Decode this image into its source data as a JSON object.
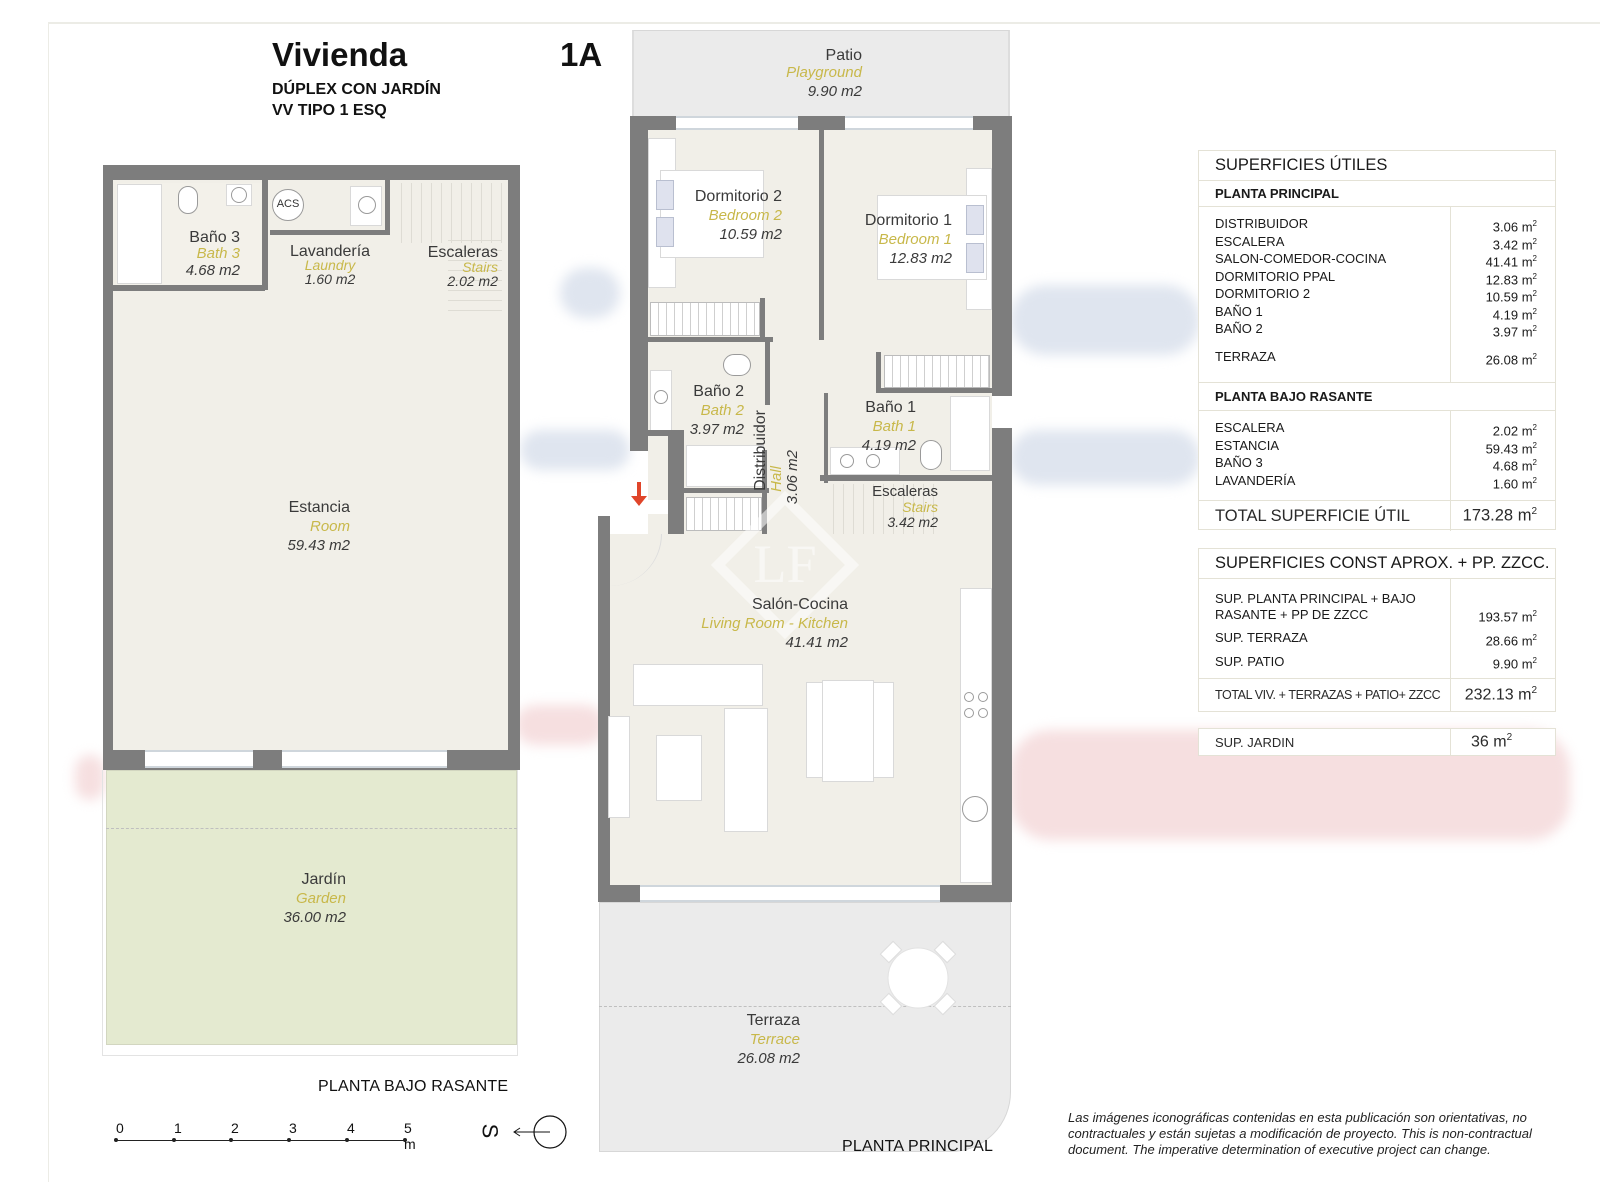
{
  "header": {
    "title": "Vivienda",
    "unit": "1A",
    "subtitle_1": "DÚPLEX CON JARDÍN",
    "subtitle_2": "VV TIPO 1 ESQ"
  },
  "plans": {
    "lower": {
      "caption": "PLANTA BAJO RASANTE",
      "rooms": [
        {
          "es": "Baño 3",
          "en": "Bath 3",
          "area": "4.68 m2"
        },
        {
          "es": "Lavandería",
          "en": "Laundry",
          "area": "1.60 m2"
        },
        {
          "es": "Escaleras",
          "en": "Stairs",
          "area": "2.02 m2"
        },
        {
          "es": "Estancia",
          "en": "Room",
          "area": "59.43 m2"
        },
        {
          "es": "Jardín",
          "en": "Garden",
          "area": "36.00 m2"
        }
      ],
      "acs_label": "ACS"
    },
    "main": {
      "caption": "PLANTA PRINCIPAL",
      "rooms": [
        {
          "es": "Patio",
          "en": "Playground",
          "area": "9.90 m2"
        },
        {
          "es": "Dormitorio 2",
          "en": "Bedroom 2",
          "area": "10.59 m2"
        },
        {
          "es": "Dormitorio 1",
          "en": "Bedroom 1",
          "area": "12.83 m2"
        },
        {
          "es": "Baño 2",
          "en": "Bath 2",
          "area": "3.97 m2"
        },
        {
          "es": "Baño 1",
          "en": "Bath 1",
          "area": "4.19 m2"
        },
        {
          "es": "Distribuidor",
          "en": "Hall",
          "area": "3.06 m2"
        },
        {
          "es": "Escaleras",
          "en": "Stairs",
          "area": "3.42 m2"
        },
        {
          "es": "Salón-Cocina",
          "en": "Living Room - Kitchen",
          "area": "41.41 m2"
        },
        {
          "es": "Terraza",
          "en": "Terrace",
          "area": "26.08 m2"
        }
      ]
    }
  },
  "scale": {
    "ticks": [
      "0",
      "1",
      "2",
      "3",
      "4",
      "5 m"
    ],
    "north_label": "S"
  },
  "tables": {
    "utiles": {
      "title": "SUPERFICIES ÚTILES",
      "principal": {
        "heading": "PLANTA PRINCIPAL",
        "rows": [
          {
            "name": "DISTRIBUIDOR",
            "value": "3.06 m"
          },
          {
            "name": "ESCALERA",
            "value": "3.42 m"
          },
          {
            "name": "SALON-COMEDOR-COCINA",
            "value": "41.41 m"
          },
          {
            "name": "DORMITORIO PPAL",
            "value": "12.83 m"
          },
          {
            "name": "DORMITORIO 2",
            "value": "10.59 m"
          },
          {
            "name": "BAÑO 1",
            "value": "4.19 m"
          },
          {
            "name": "BAÑO 2",
            "value": "3.97 m"
          },
          {
            "name": "TERRAZA",
            "value": "26.08 m"
          }
        ]
      },
      "bajo": {
        "heading": "PLANTA BAJO RASANTE",
        "rows": [
          {
            "name": "ESCALERA",
            "value": "2.02 m"
          },
          {
            "name": "ESTANCIA",
            "value": "59.43 m"
          },
          {
            "name": "BAÑO 3",
            "value": "4.68 m"
          },
          {
            "name": "LAVANDERÍA",
            "value": "1.60 m"
          }
        ]
      },
      "total_label": "TOTAL SUPERFICIE ÚTIL",
      "total_value": "173.28 m"
    },
    "construidas": {
      "title": "SUPERFICIES CONST APROX. + PP. ZZCC.",
      "rows": [
        {
          "name": "SUP. PLANTA PRINCIPAL + BAJO RASANTE + PP DE ZZCC",
          "value": "193.57 m"
        },
        {
          "name": "SUP. TERRAZA",
          "value": "28.66 m"
        },
        {
          "name": "SUP. PATIO",
          "value": "9.90 m"
        }
      ],
      "total_label": "TOTAL VIV. + TERRAZAS + PATIO+ ZZCC",
      "total_value": "232.13 m"
    },
    "jardin": {
      "label": "SUP. JARDIN",
      "value": "36 m"
    },
    "sq_suffix": "2"
  },
  "disclaimer": {
    "line_1": "Las imágenes iconográficas contenidas en esta publicación son orientativas, no",
    "line_2": "contractuales y están sujetas a modificación de proyecto. This is non-contractual",
    "line_3": "document. The imperative determination of executive project can change."
  },
  "colors": {
    "wall": "#7d7d7d",
    "floor": "#f1efe8",
    "garden": "#e4ead0",
    "outdoor": "#ebebeb",
    "english_label": "#c8b84a",
    "entry_arrow": "#e0452a"
  }
}
